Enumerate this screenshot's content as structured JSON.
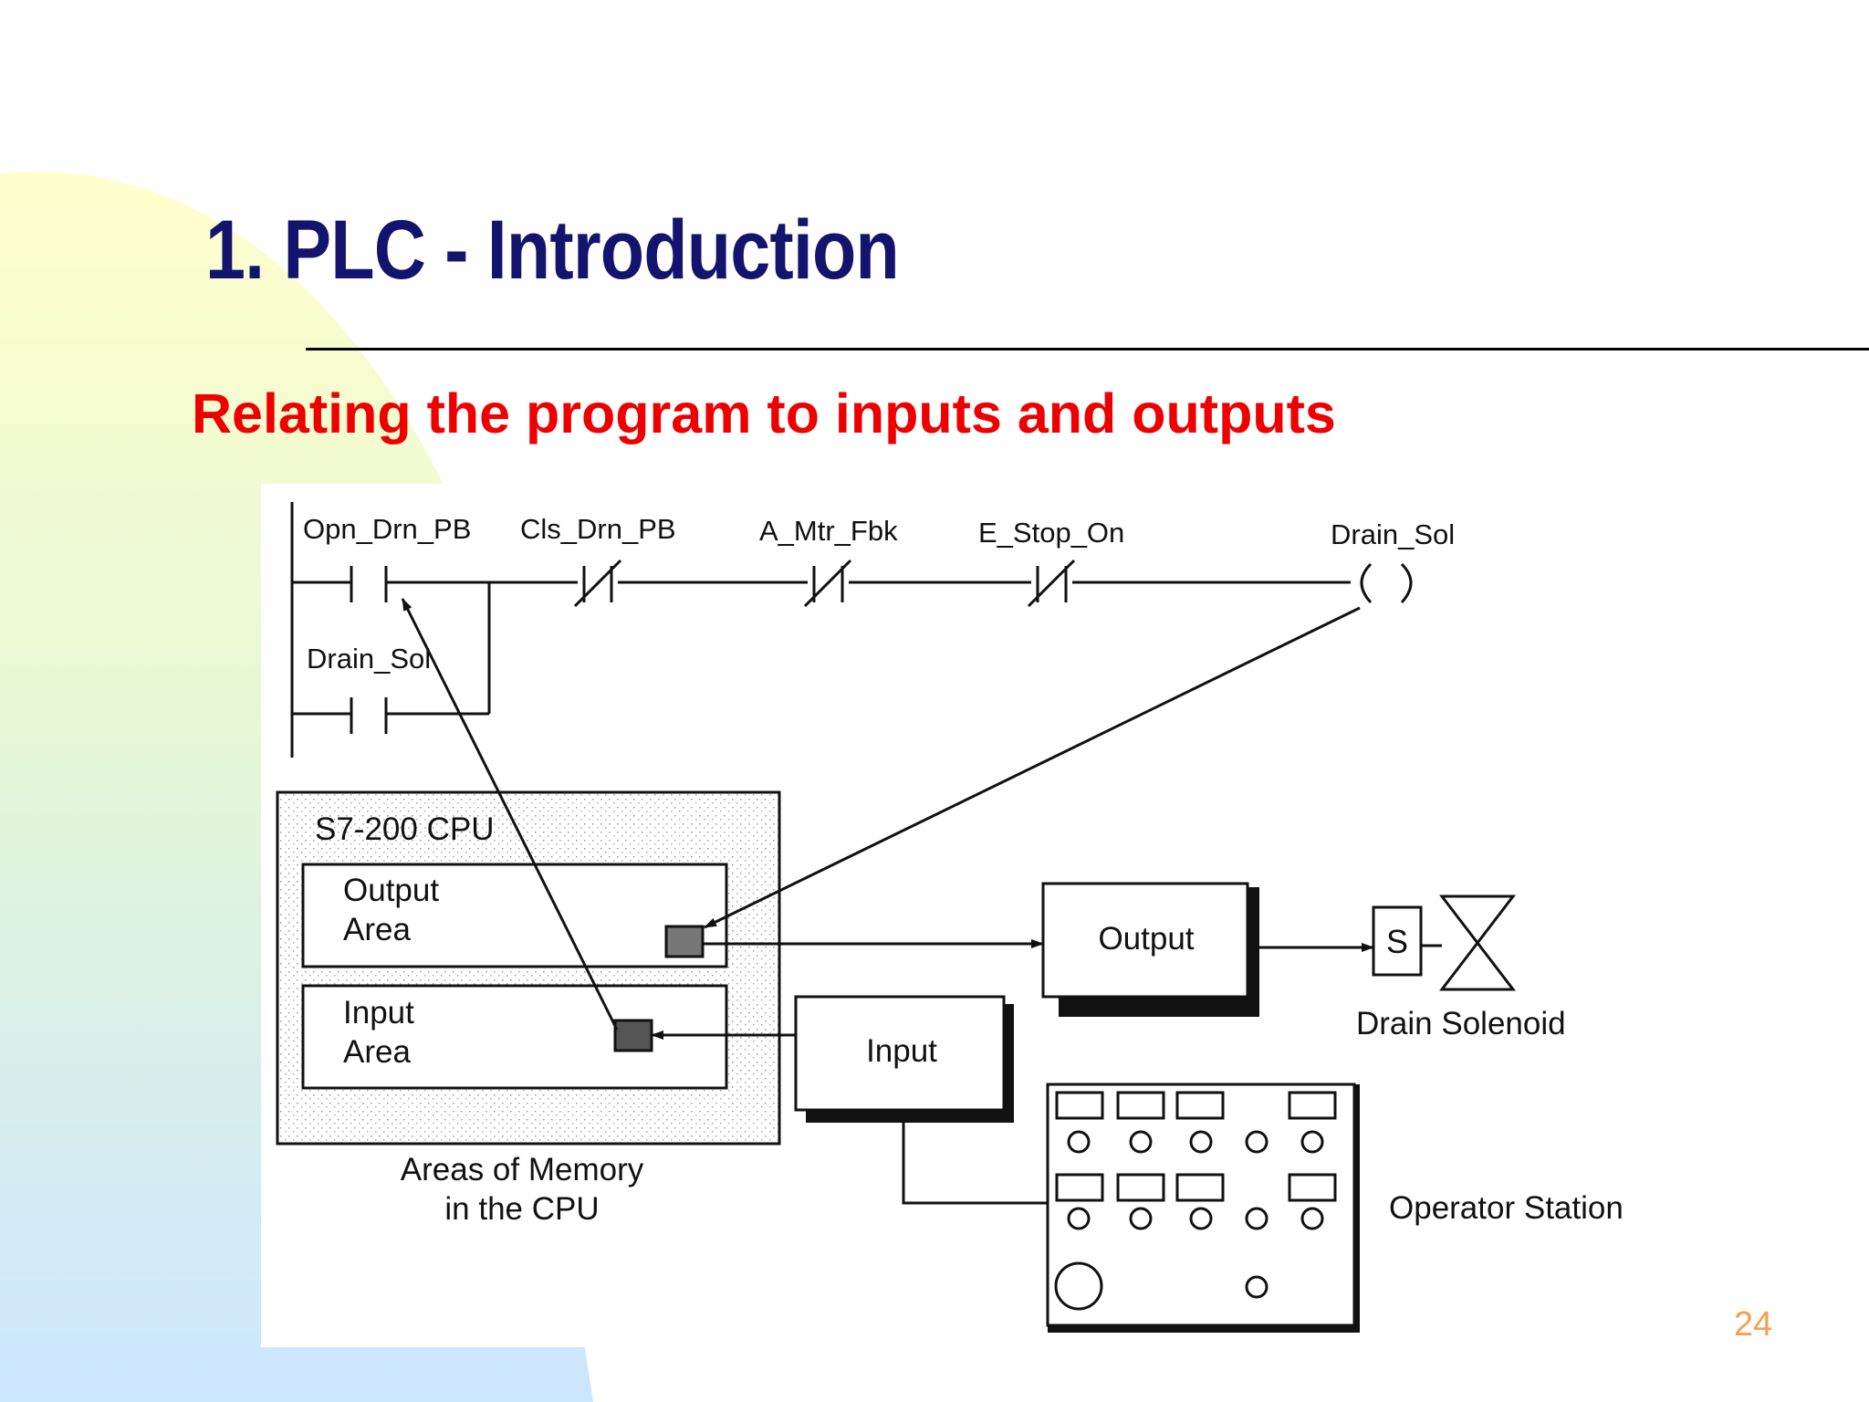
{
  "slide": {
    "title": "1. PLC - Introduction",
    "subtitle": "Relating the program to inputs and outputs",
    "page_number": "24"
  },
  "colors": {
    "title": "#14146e",
    "subtitle": "#ee0000",
    "page_number": "#f5a050",
    "bg_yellow": "#ffffcc",
    "bg_blue": "#cce6ff"
  },
  "ladder": {
    "contacts": {
      "opn_drn_pb": "Opn_Drn_PB",
      "cls_drn_pb": "Cls_Drn_PB",
      "a_mtr_fbk": "A_Mtr_Fbk",
      "e_stop_on": "E_Stop_On",
      "drain_sol_seal": "Drain_Sol"
    },
    "coil": "Drain_Sol"
  },
  "cpu": {
    "title": "S7-200 CPU",
    "output_area": [
      "Output",
      "Area"
    ],
    "input_area": [
      "Input",
      "Area"
    ],
    "caption": [
      "Areas of Memory",
      "in the CPU"
    ]
  },
  "modules": {
    "output": "Output",
    "input": "Input"
  },
  "solenoid": {
    "symbol": "S",
    "label": "Drain Solenoid"
  },
  "operator_station": "Operator Station"
}
